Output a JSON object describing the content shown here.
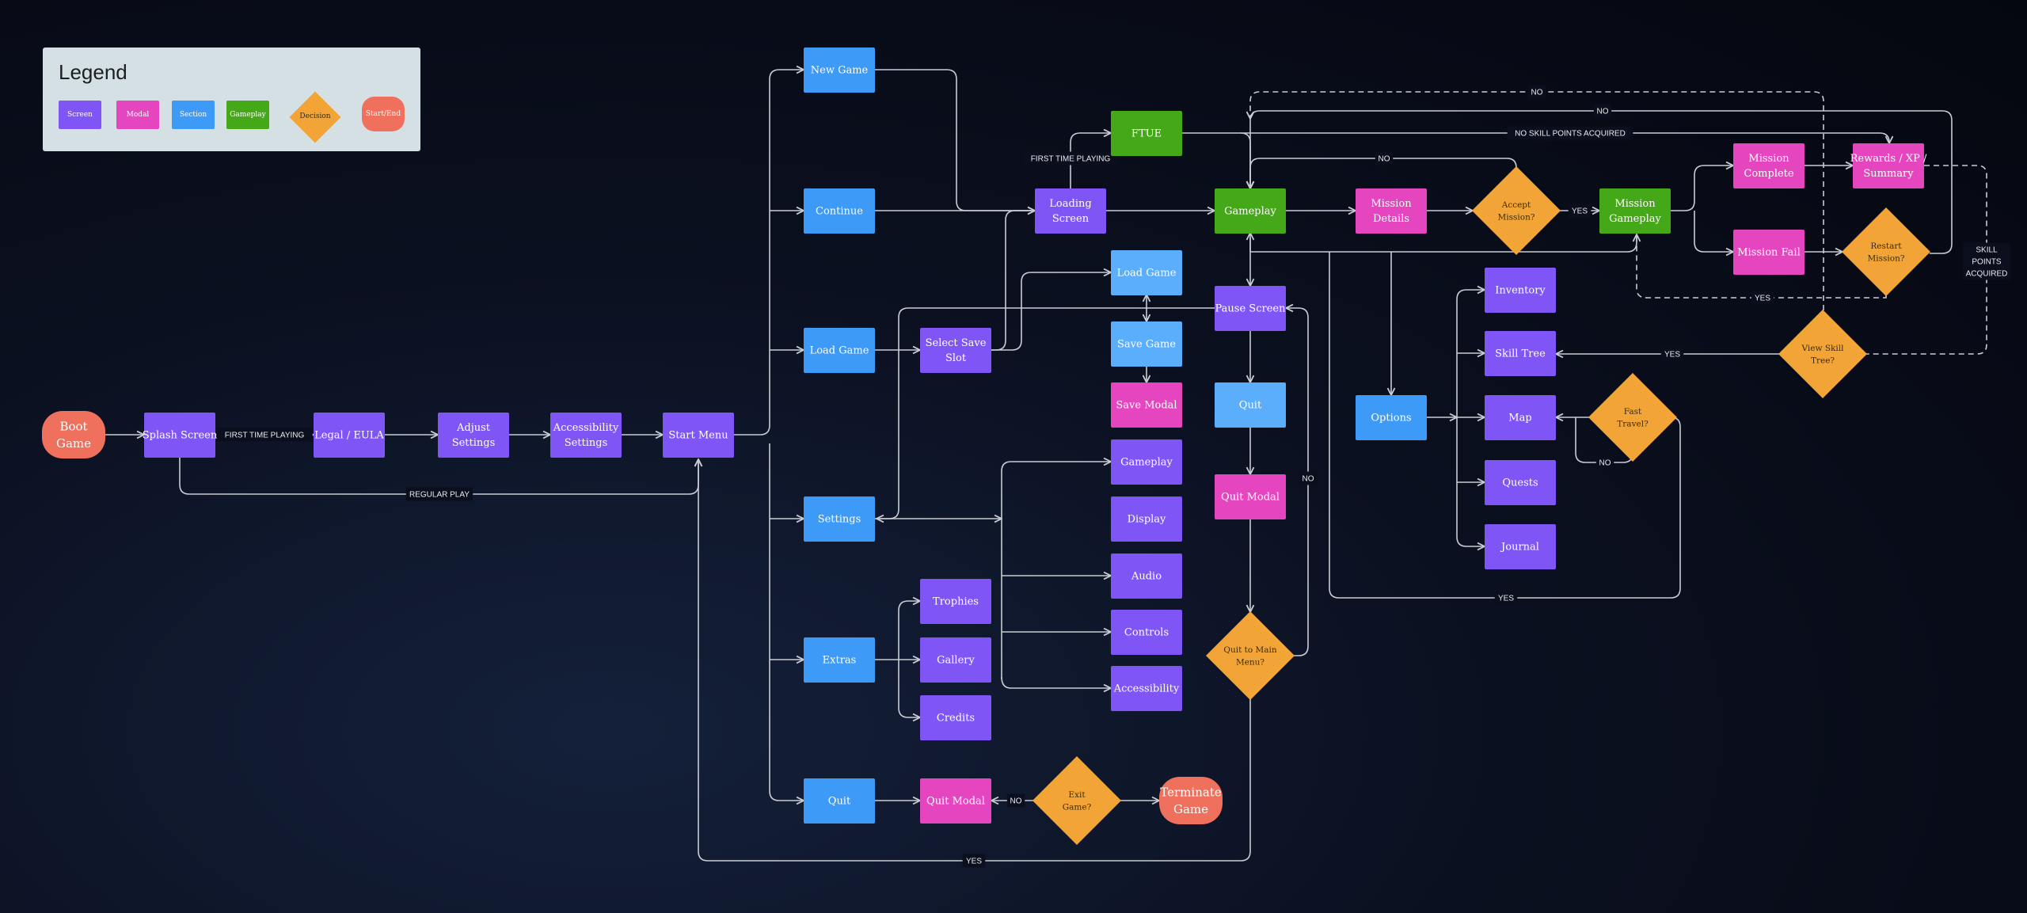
{
  "legend": {
    "title": "Legend",
    "items": [
      {
        "label": "Screen",
        "color": "#7f56f5"
      },
      {
        "label": "Modal",
        "color": "#e645c0"
      },
      {
        "label": "Section",
        "color": "#3d9af7"
      },
      {
        "label": "Gameplay",
        "color": "#45a818"
      },
      {
        "label": "Decision",
        "color": "#f2a536"
      },
      {
        "label": "Start/End",
        "color": "#ef705c"
      }
    ]
  },
  "colors": {
    "screen": "#7f56f5",
    "modal": "#e645c0",
    "section": "#3d9af7",
    "section_light": "#5aaefc",
    "gameplay": "#45a818",
    "decision": "#f2a536",
    "startend": "#ef705c"
  },
  "nodes": [
    {
      "id": "boot",
      "label": "Boot Game",
      "type": "startend"
    },
    {
      "id": "splash",
      "label": "Splash Screen",
      "type": "screen"
    },
    {
      "id": "legal",
      "label": "Legal / EULA",
      "type": "screen"
    },
    {
      "id": "adjust",
      "label": "Adjust Settings",
      "type": "screen"
    },
    {
      "id": "accset",
      "label": "Accessibility Settings",
      "type": "screen"
    },
    {
      "id": "startmenu",
      "label": "Start Menu",
      "type": "screen"
    },
    {
      "id": "newgame",
      "label": "New Game",
      "type": "section"
    },
    {
      "id": "continue",
      "label": "Continue",
      "type": "section"
    },
    {
      "id": "loadgame",
      "label": "Load Game",
      "type": "section"
    },
    {
      "id": "settings",
      "label": "Settings",
      "type": "section"
    },
    {
      "id": "extras",
      "label": "Extras",
      "type": "section"
    },
    {
      "id": "quit",
      "label": "Quit",
      "type": "section"
    },
    {
      "id": "selectsave",
      "label": "Select Save Slot",
      "type": "screen"
    },
    {
      "id": "loading",
      "label": "Loading Screen",
      "type": "screen"
    },
    {
      "id": "ftue",
      "label": "FTUE",
      "type": "gameplay"
    },
    {
      "id": "loadgame2",
      "label": "Load Game",
      "type": "section_light"
    },
    {
      "id": "savegame",
      "label": "Save Game",
      "type": "section_light"
    },
    {
      "id": "savemodal",
      "label": "Save Modal",
      "type": "modal"
    },
    {
      "id": "set_gameplay",
      "label": "Gameplay",
      "type": "screen"
    },
    {
      "id": "set_display",
      "label": "Display",
      "type": "screen"
    },
    {
      "id": "set_audio",
      "label": "Audio",
      "type": "screen"
    },
    {
      "id": "set_controls",
      "label": "Controls",
      "type": "screen"
    },
    {
      "id": "set_access",
      "label": "Accessibility",
      "type": "screen"
    },
    {
      "id": "trophies",
      "label": "Trophies",
      "type": "screen"
    },
    {
      "id": "gallery",
      "label": "Gallery",
      "type": "screen"
    },
    {
      "id": "credits",
      "label": "Credits",
      "type": "screen"
    },
    {
      "id": "quitmodal",
      "label": "Quit Modal",
      "type": "modal"
    },
    {
      "id": "exitgame",
      "label": "Exit Game?",
      "type": "decision"
    },
    {
      "id": "terminate",
      "label": "Terminate Game",
      "type": "startend"
    },
    {
      "id": "gameplay",
      "label": "Gameplay",
      "type": "gameplay"
    },
    {
      "id": "pause",
      "label": "Pause Screen",
      "type": "screen"
    },
    {
      "id": "quit2",
      "label": "Quit",
      "type": "section_light"
    },
    {
      "id": "quitmodal2",
      "label": "Quit Modal",
      "type": "modal"
    },
    {
      "id": "quitmain",
      "label": "Quit to Main Menu?",
      "type": "decision"
    },
    {
      "id": "missiondetails",
      "label": "Mission Details",
      "type": "modal"
    },
    {
      "id": "accept",
      "label": "Accept Mission?",
      "type": "decision"
    },
    {
      "id": "missiongameplay",
      "label": "Mission Gameplay",
      "type": "gameplay"
    },
    {
      "id": "missioncomplete",
      "label": "Mission Complete",
      "type": "modal"
    },
    {
      "id": "missionfail",
      "label": "Mission Fail",
      "type": "modal"
    },
    {
      "id": "rewards",
      "label": "Rewards / XP / Summary",
      "type": "modal"
    },
    {
      "id": "restart",
      "label": "Restart Mission?",
      "type": "decision"
    },
    {
      "id": "viewskill",
      "label": "View Skill Tree?",
      "type": "decision"
    },
    {
      "id": "options",
      "label": "Options",
      "type": "section"
    },
    {
      "id": "inventory",
      "label": "Inventory",
      "type": "screen"
    },
    {
      "id": "skilltree",
      "label": "Skill Tree",
      "type": "screen"
    },
    {
      "id": "map",
      "label": "Map",
      "type": "screen"
    },
    {
      "id": "quests",
      "label": "Quests",
      "type": "screen"
    },
    {
      "id": "journal",
      "label": "Journal",
      "type": "screen"
    },
    {
      "id": "fasttravel",
      "label": "Fast Travel?",
      "type": "decision"
    }
  ],
  "edge_labels": {
    "first_time_1": "FIRST TIME PLAYING",
    "regular_play": "REGULAR PLAY",
    "first_time_2": "FIRST TIME PLAYING",
    "quit_no": "NO",
    "quitmain_no": "NO",
    "quitmain_yes": "YES",
    "accept_yes": "YES",
    "accept_no": "NO",
    "restart_no": "NO",
    "skill_no_dashed": "NO",
    "no_skill_points": "NO SKILL POINTS ACQUIRED",
    "restart_yes": "YES",
    "skill_points": "SKILL POINTS ACQUIRED",
    "viewskill_yes": "YES",
    "fasttravel_no": "NO",
    "fasttravel_yes": "YES"
  }
}
